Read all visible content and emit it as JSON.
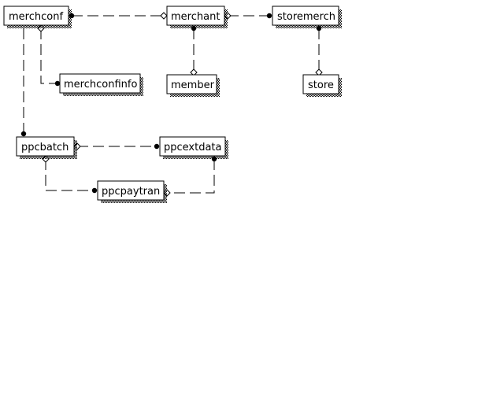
{
  "entities": {
    "merchconf": "merchconf",
    "merchant": "merchant",
    "storemerch": "storemerch",
    "merchconfinfo": "merchconfinfo",
    "member": "member",
    "store": "store",
    "ppcbatch": "ppcbatch",
    "ppcextdata": "ppcextdata",
    "ppcpaytran": "ppcpaytran"
  }
}
